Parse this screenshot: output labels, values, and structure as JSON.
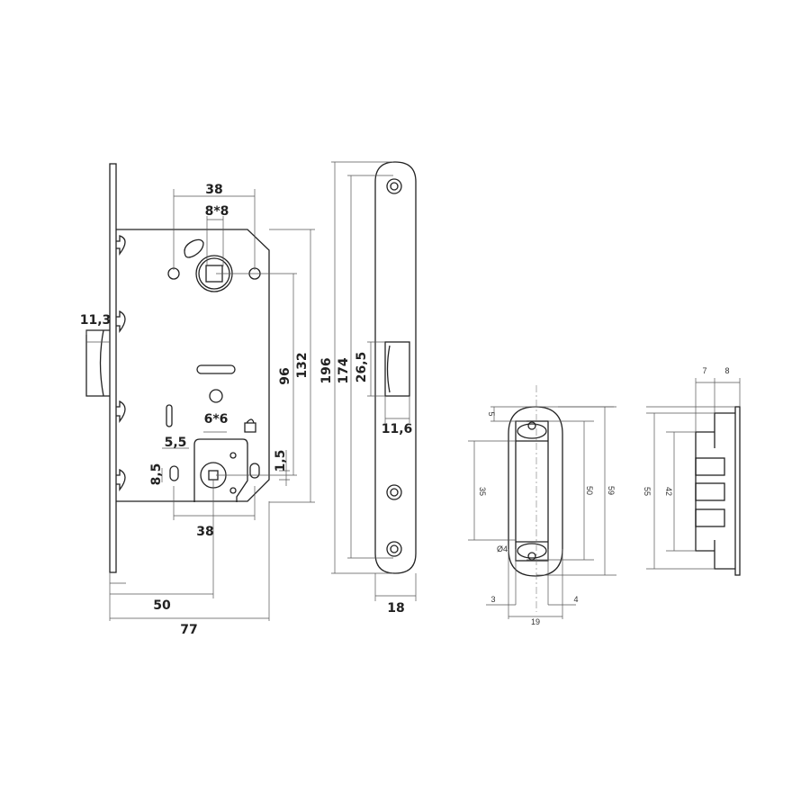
{
  "lock_body": {
    "dims": {
      "top_38": "38",
      "square_8x8": "8*8",
      "backset_11_3": "11,3",
      "dist_96": "96",
      "height_132": "132",
      "square_6x6": "6*6",
      "dim_5_5": "5,5",
      "dim_8_5": "8,5",
      "dim_1_5": "1,5",
      "bottom_38": "38",
      "backset_50": "50",
      "depth_77": "77"
    }
  },
  "faceplate": {
    "dims": {
      "length_196": "196",
      "holes_174": "174",
      "latch_26_5": "26,5",
      "latch_11_6": "11,6",
      "width_18": "18"
    }
  },
  "striker": {
    "dims": {
      "d5": "5",
      "d35": "35",
      "d50": "50",
      "d59": "59",
      "d3": "3",
      "d4": "4",
      "d19": "19",
      "hole": "Ø4"
    }
  },
  "striker_side": {
    "dims": {
      "d7": "7",
      "d8": "8",
      "d55": "55",
      "d42": "42"
    }
  }
}
